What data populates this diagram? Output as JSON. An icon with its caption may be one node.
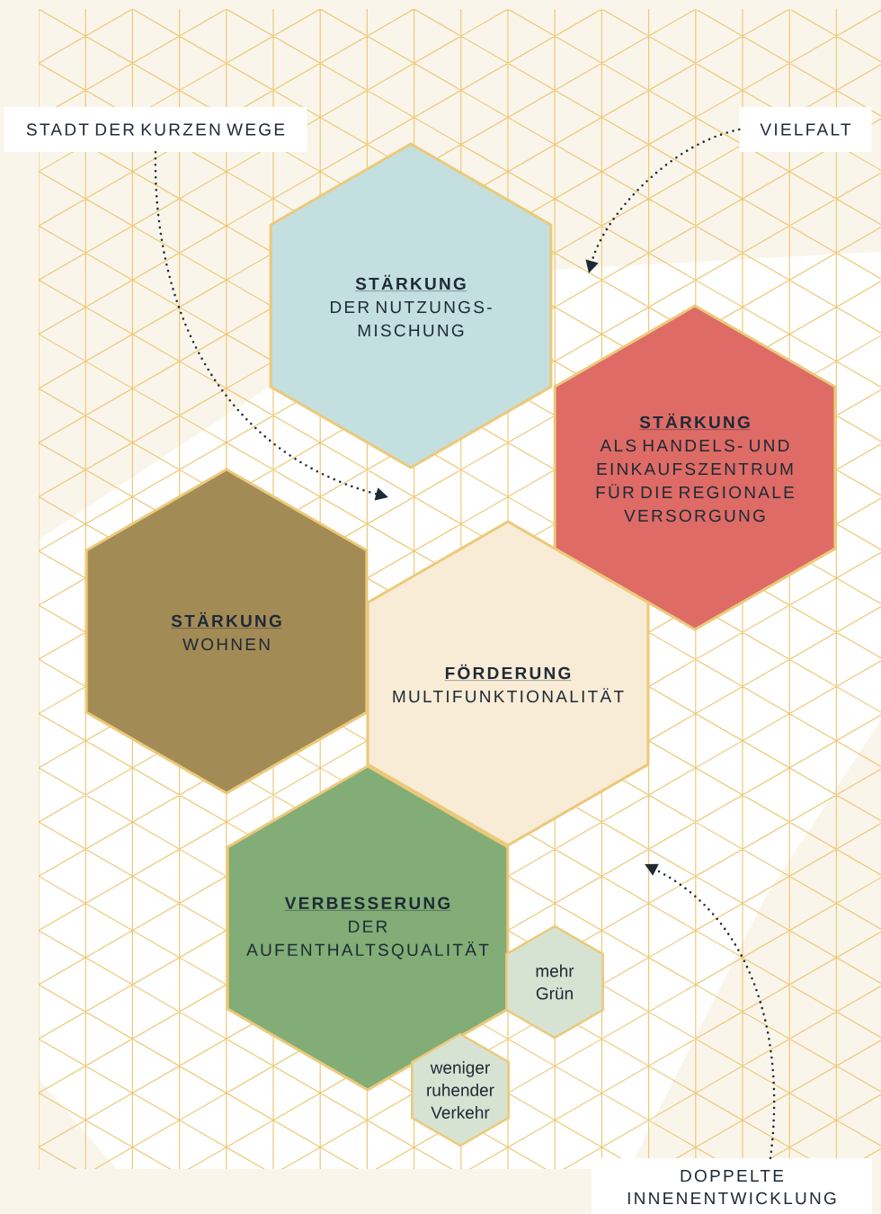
{
  "diagram": {
    "nodes": [
      {
        "text": [
          "STADT DER KURZEN WEGE"
        ]
      },
      {
        "text": [
          "VIELFALT"
        ]
      },
      {
        "text": [
          "STÄRKUNG",
          "DER NUTZUNGS- MISCHUNG"
        ]
      },
      {
        "text": [
          "STÄRKUNG",
          "ALS HANDELS- UND EINKAUFSZENTRUM FÜR DIE REGIONALE VERSORGUNG"
        ]
      },
      {
        "text": [
          "STÄRKUNG",
          "WOHNEN"
        ]
      },
      {
        "text": [
          "FÖRDERUNG",
          "MULTIFUNKTIONALITÄT"
        ]
      },
      {
        "text": [
          "VERBESSERUNG",
          "DER AUFENTHALTSQUALITÄT"
        ]
      },
      {
        "text": [
          "mehr Grün"
        ]
      },
      {
        "text": [
          "weniger ruhender Verkehr"
        ]
      },
      {
        "text": [
          "DOPPELTE INNENENTWICKLUNG"
        ]
      }
    ],
    "edges": [
      {
        "from": 0,
        "to": null,
        "arrow": "to"
      },
      {
        "from": 1,
        "to": null,
        "arrow": "to"
      },
      {
        "from": 9,
        "to": null,
        "arrow": "to"
      }
    ]
  }
}
